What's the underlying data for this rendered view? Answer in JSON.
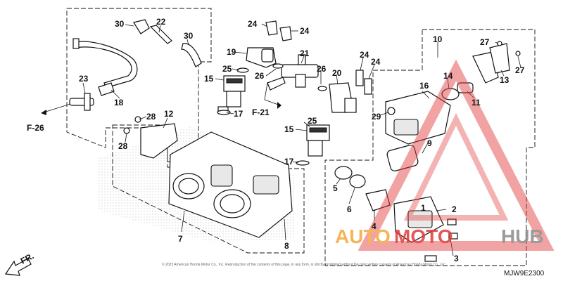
{
  "diagram": {
    "code": "MJW9E2300",
    "copyright": "© 2023 American Honda Motor Co., Inc. Reproduction of the contents of this page, in any form, is strictly prohibited without the prior written consent of American Honda Motor Co., Inc.",
    "direction_label": "FR.",
    "refs": {
      "f26": "F-26",
      "f21": "F-21"
    }
  },
  "callouts": {
    "c1": "1",
    "c2": "2",
    "c3": "3",
    "c4": "4",
    "c5": "5",
    "c6": "6",
    "c7": "7",
    "c8": "8",
    "c9": "9",
    "c10": "10",
    "c11": "11",
    "c12": "12",
    "c13": "13",
    "c14": "14",
    "c15a": "15",
    "c15b": "15",
    "c16": "16",
    "c17a": "17",
    "c17b": "17",
    "c18": "18",
    "c19": "19",
    "c20": "20",
    "c21": "21",
    "c22": "22",
    "c23": "23",
    "c24a": "24",
    "c24b": "24",
    "c24c": "24",
    "c24d": "24",
    "c25a": "25",
    "c25b": "25",
    "c26a": "26",
    "c26b": "26",
    "c27a": "27",
    "c27b": "27",
    "c28a": "28",
    "c28b": "28",
    "c29": "29",
    "c30a": "30",
    "c30b": "30"
  },
  "watermark": {
    "part1": "AUTO",
    "part2": "MOTO",
    "part3": "HUB",
    "colors": {
      "orange": "#f2a93b",
      "red": "#e03a3a",
      "gray": "#8a8a8a"
    }
  }
}
